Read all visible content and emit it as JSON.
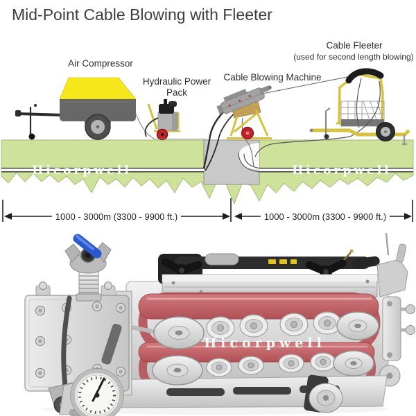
{
  "title": "Mid-Point Cable Blowing with Fleeter",
  "diagram": {
    "labels": {
      "air_compressor": "Air Compressor",
      "hydraulic_power_pack_line1": "Hydraulic Power",
      "hydraulic_power_pack_line2": "Pack",
      "cable_blowing_machine": "Cable Blowing Machine",
      "cable_fleeter": "Cable Fleeter",
      "cable_fleeter_note": "(used for second length blowing)"
    },
    "watermark_left": "Hicorpwell",
    "watermark_right": "Hicorpwell",
    "measurements": {
      "left": "1000 - 3000m (3300 - 9900 ft.)",
      "right": "1000 - 3000m (3300 - 9900 ft.)"
    },
    "colors": {
      "ground_green": "#cfe29b",
      "compressor_canopy_yellow": "#f5e71c",
      "machine_body_gray": "#676767",
      "wheel_red": "#bf2329",
      "frame_yellow": "#d6c23c",
      "pit_gray": "#c9c9c9"
    }
  },
  "photo": {
    "watermark": "Hicorpwell",
    "colors": {
      "belt_red": "#c4686d",
      "valve_blue": "#2b59cc",
      "body_aluminum": "#d9d9d9"
    }
  }
}
